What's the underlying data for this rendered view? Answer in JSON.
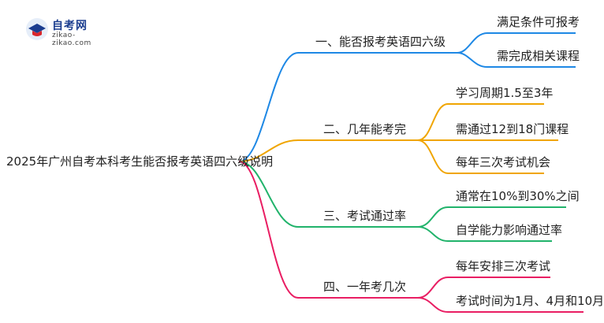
{
  "logo": {
    "title": "自考网",
    "subtitle": "zikao-zikao.com"
  },
  "root": "2025年广州自考本科考生能否报考英语四六级说明",
  "colors": {
    "blue": "#1e88e5",
    "orange": "#f0a500",
    "green": "#21b36b",
    "pink": "#e91e63"
  },
  "branches": [
    {
      "label": "一、能否报考英语四六级",
      "children": [
        "满足条件可报考",
        "需完成相关课程"
      ]
    },
    {
      "label": "二、几年能考完",
      "children": [
        "学习周期1.5至3年",
        "需通过12到18门课程",
        "每年三次考试机会"
      ]
    },
    {
      "label": "三、考试通过率",
      "children": [
        "通常在10%到30%之间",
        "自学能力影响通过率"
      ]
    },
    {
      "label": "四、一年考几次",
      "children": [
        "每年安排三次考试",
        "考试时间为1月、4月和10月"
      ]
    }
  ]
}
